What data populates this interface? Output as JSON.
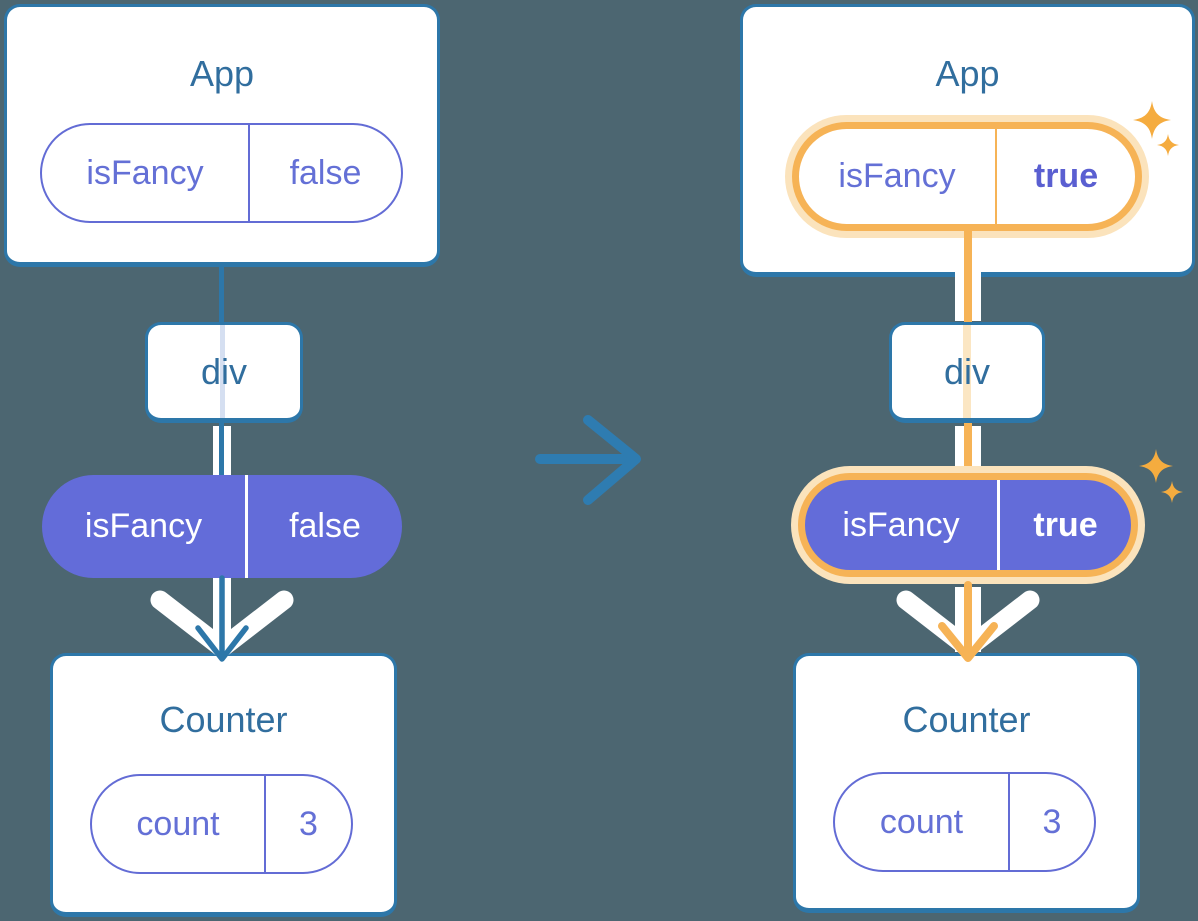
{
  "left_tree": {
    "app_title": "App",
    "app_state_key": "isFancy",
    "app_state_value": "false",
    "div_title": "div",
    "prop_key": "isFancy",
    "prop_value": "false",
    "counter_title": "Counter",
    "counter_state_key": "count",
    "counter_state_value": "3"
  },
  "right_tree": {
    "app_title": "App",
    "app_state_key": "isFancy",
    "app_state_value": "true",
    "div_title": "div",
    "prop_key": "isFancy",
    "prop_value": "true",
    "counter_title": "Counter",
    "counter_state_key": "count",
    "counter_state_value": "3"
  },
  "icons": {
    "transition_arrow": "right-arrow",
    "flow_arrow_down": "down-arrow",
    "sparkle": "four-point-star"
  },
  "colors": {
    "background": "#4C6671",
    "card_background": "#FFFFFF",
    "card_border": "#2D77A9",
    "title_text": "#316E9E",
    "pill_stroke_purple": "#636CD5",
    "pill_text_purple": "#6470D6",
    "pill_fill_purple": "#636CD9",
    "highlight_orange": "#F6B356",
    "highlight_glow": "#FBE3BC",
    "inner_line_blue": "#D5DFF1",
    "inner_line_peach": "#FBE6C3",
    "sparkle_orange": "#F5AC3F",
    "arrow_blue": "#2E7CB1"
  }
}
